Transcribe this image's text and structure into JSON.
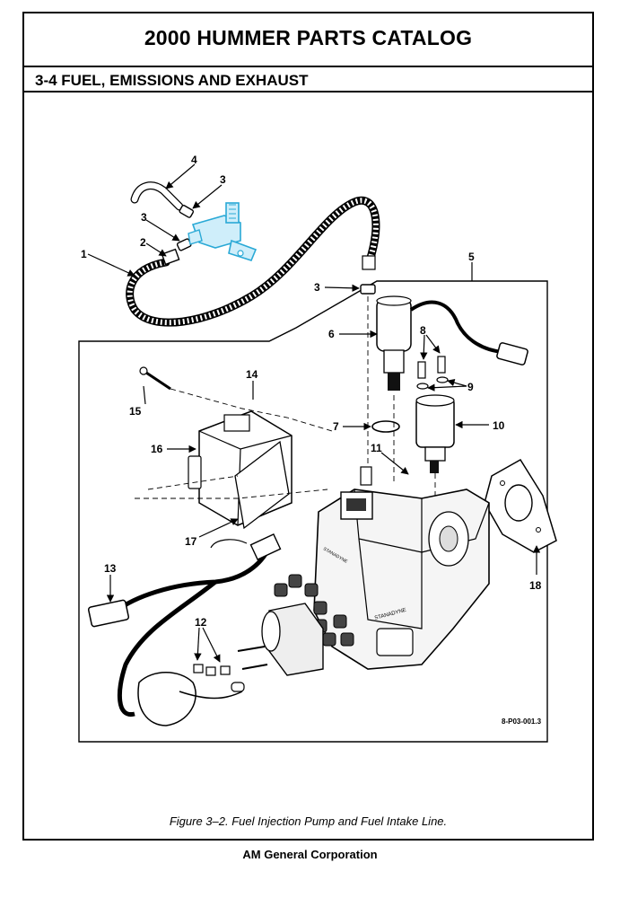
{
  "header": {
    "title": "2000 HUMMER PARTS CATALOG",
    "section": "3-4  FUEL, EMISSIONS AND EXHAUST"
  },
  "diagram": {
    "callouts": {
      "c1": "1",
      "c2": "2",
      "c3a": "3",
      "c3b": "3",
      "c3c": "3",
      "c4": "4",
      "c5": "5",
      "c6": "6",
      "c7": "7",
      "c8": "8",
      "c9": "9",
      "c10": "10",
      "c11": "11",
      "c12": "12",
      "c13": "13",
      "c14": "14",
      "c15": "15",
      "c16": "16",
      "c17": "17",
      "c18": "18"
    },
    "figure_id": "8-P03-001.3",
    "pump_brand": "STANADYNE",
    "highlight_color": "#2aa9d6"
  },
  "caption": "Figure 3–2. Fuel Injection Pump and Fuel Intake Line.",
  "footer": "AM General Corporation"
}
